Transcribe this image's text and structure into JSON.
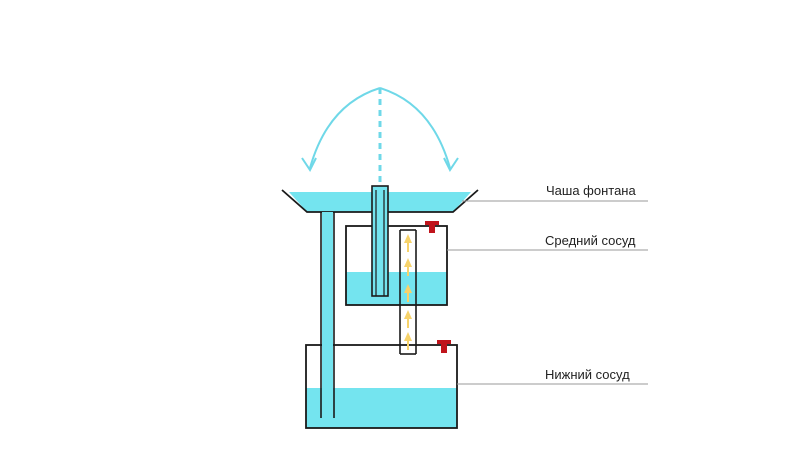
{
  "labels": {
    "bowl": "Чаша фонтана",
    "middle": "Средний сосуд",
    "lower": "Нижний сосуд"
  },
  "colors": {
    "water": "#74e4ef",
    "outline": "#1a1a1a",
    "arrow": "#f7d36b",
    "valve": "#c0141c",
    "jet": "#6fd8e8",
    "leader": "#999999"
  },
  "icons": [
    "water-jet-arc",
    "flow-up-arrow",
    "valve-icon"
  ]
}
